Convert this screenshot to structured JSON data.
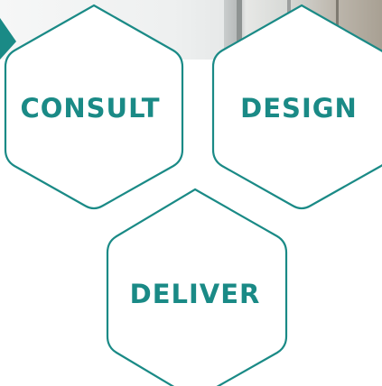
{
  "accent_color": "#1a8a86",
  "hexagons": [
    {
      "label": "CONSULT"
    },
    {
      "label": "DESIGN"
    },
    {
      "label": "DELIVER"
    }
  ]
}
